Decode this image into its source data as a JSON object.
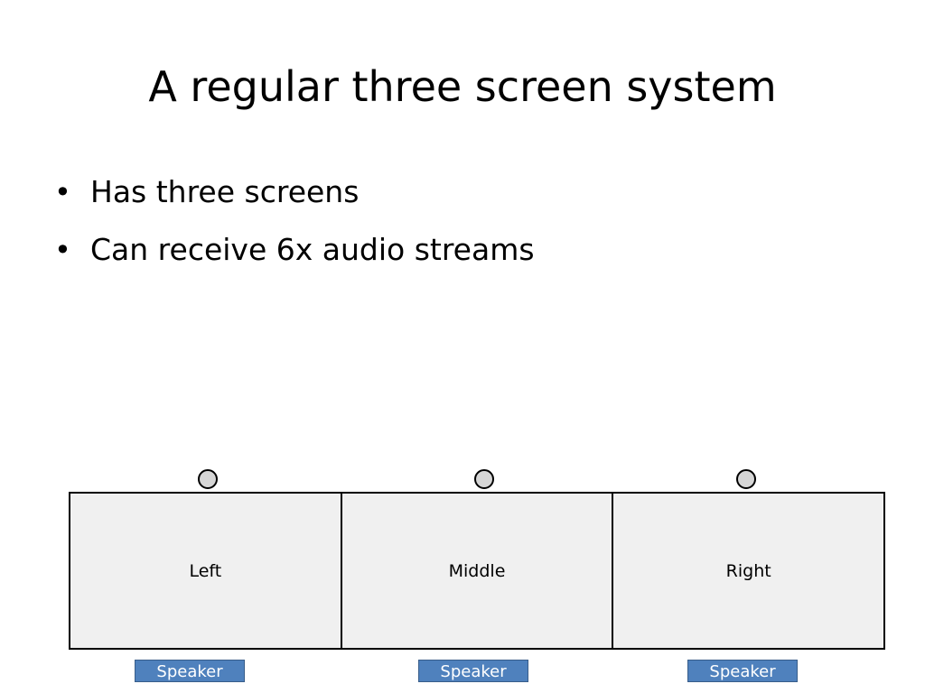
{
  "slide": {
    "title": "A regular three screen system",
    "bullets": [
      "Has three screens",
      "Can receive 6x audio streams"
    ],
    "bullet_glyph": "•"
  },
  "diagram": {
    "screens": [
      {
        "label": "Left"
      },
      {
        "label": "Middle"
      },
      {
        "label": "Right"
      }
    ],
    "speakers": [
      {
        "label": "Speaker"
      },
      {
        "label": "Speaker"
      },
      {
        "label": "Speaker"
      }
    ],
    "colors": {
      "screen_fill": "#f0f0f0",
      "camera_fill": "#d6d6d6",
      "speaker_fill": "#4f81bd",
      "speaker_text": "#ffffff",
      "outline": "#000000"
    }
  }
}
